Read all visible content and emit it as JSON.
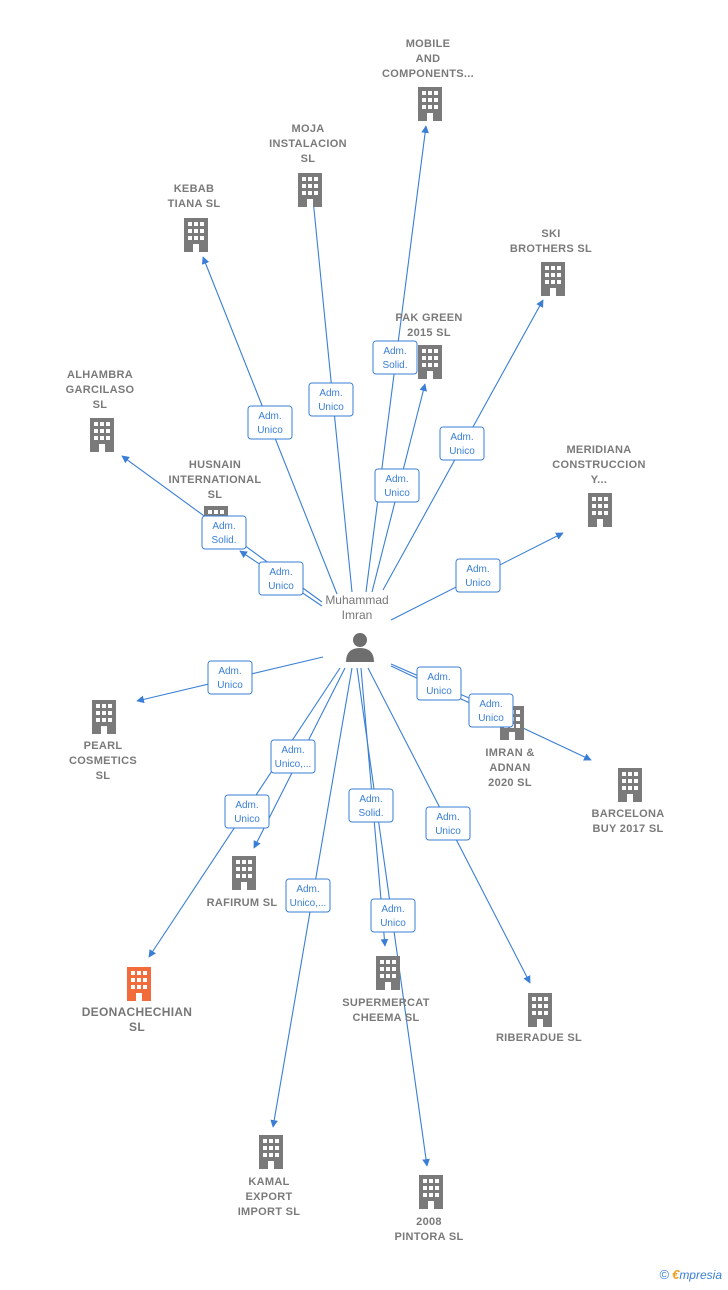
{
  "center": {
    "name_lines": [
      "Muhammad",
      "Imran"
    ],
    "icon": "person-icon"
  },
  "colors": {
    "edge": "#3a7fd5",
    "node": "#7a7a7a",
    "highlight": "#f26b3a"
  },
  "nodes": [
    {
      "id": "mobile",
      "lines": [
        "MOBILE",
        "AND",
        "COMPONENTS..."
      ],
      "role": [
        "Adm.",
        "Solid."
      ],
      "highlight": false
    },
    {
      "id": "moja",
      "lines": [
        "MOJA",
        "INSTALACION",
        "SL"
      ],
      "role": [
        "Adm.",
        "Unico"
      ],
      "highlight": false
    },
    {
      "id": "kebab",
      "lines": [
        "KEBAB",
        "TIANA SL"
      ],
      "role": [
        "Adm.",
        "Unico"
      ],
      "highlight": false
    },
    {
      "id": "ski",
      "lines": [
        "SKI",
        "BROTHERS SL"
      ],
      "role": [
        "Adm.",
        "Unico"
      ],
      "highlight": false
    },
    {
      "id": "pakgreen",
      "lines": [
        "PAK GREEN",
        "2015 SL"
      ],
      "role": [
        "Adm.",
        "Unico"
      ],
      "highlight": false
    },
    {
      "id": "alhambra",
      "lines": [
        "ALHAMBRA",
        "GARCILASO",
        "SL"
      ],
      "role": [
        "Adm.",
        "Solid."
      ],
      "highlight": false
    },
    {
      "id": "husnain",
      "lines": [
        "HUSNAIN",
        "INTERNATIONAL",
        "SL"
      ],
      "role": [
        "Adm.",
        "Unico"
      ],
      "highlight": false
    },
    {
      "id": "meridiana",
      "lines": [
        "MERIDIANA",
        "CONSTRUCCION",
        "Y..."
      ],
      "role": [
        "Adm.",
        "Unico"
      ],
      "highlight": false
    },
    {
      "id": "pearl",
      "lines": [
        "PEARL",
        "COSMETICS",
        "SL"
      ],
      "role": [
        "Adm.",
        "Unico"
      ],
      "highlight": false
    },
    {
      "id": "imran",
      "lines": [
        "IMRAN &",
        "ADNAN",
        "2020 SL"
      ],
      "role": [
        "Adm.",
        "Unico"
      ],
      "highlight": false
    },
    {
      "id": "barcelona",
      "lines": [
        "BARCELONA",
        "BUY 2017 SL"
      ],
      "role": [
        "Adm.",
        "Unico"
      ],
      "highlight": false
    },
    {
      "id": "rafirum",
      "lines": [
        "RAFIRUM SL"
      ],
      "role": [
        "Adm.",
        "Unico,..."
      ],
      "highlight": false
    },
    {
      "id": "deona",
      "lines": [
        "DEONACHECHIAN",
        "SL"
      ],
      "role": [
        "Adm.",
        "Unico"
      ],
      "highlight": true
    },
    {
      "id": "supermercat",
      "lines": [
        "SUPERMERCAT",
        "CHEEMA SL"
      ],
      "role": [
        "Adm.",
        "Solid."
      ],
      "highlight": false
    },
    {
      "id": "riberadue",
      "lines": [
        "RIBERADUE SL"
      ],
      "role": [
        "Adm.",
        "Unico"
      ],
      "highlight": false
    },
    {
      "id": "kamal",
      "lines": [
        "KAMAL",
        "EXPORT",
        "IMPORT SL"
      ],
      "role": [
        "Adm.",
        "Unico,..."
      ],
      "highlight": false
    },
    {
      "id": "pintora",
      "lines": [
        "2008",
        "PINTORA SL"
      ],
      "role": [
        "Adm.",
        "Unico"
      ],
      "highlight": false
    }
  ],
  "footer": {
    "copyright": "©",
    "brand_first": "€",
    "brand_rest": "mpresia"
  }
}
